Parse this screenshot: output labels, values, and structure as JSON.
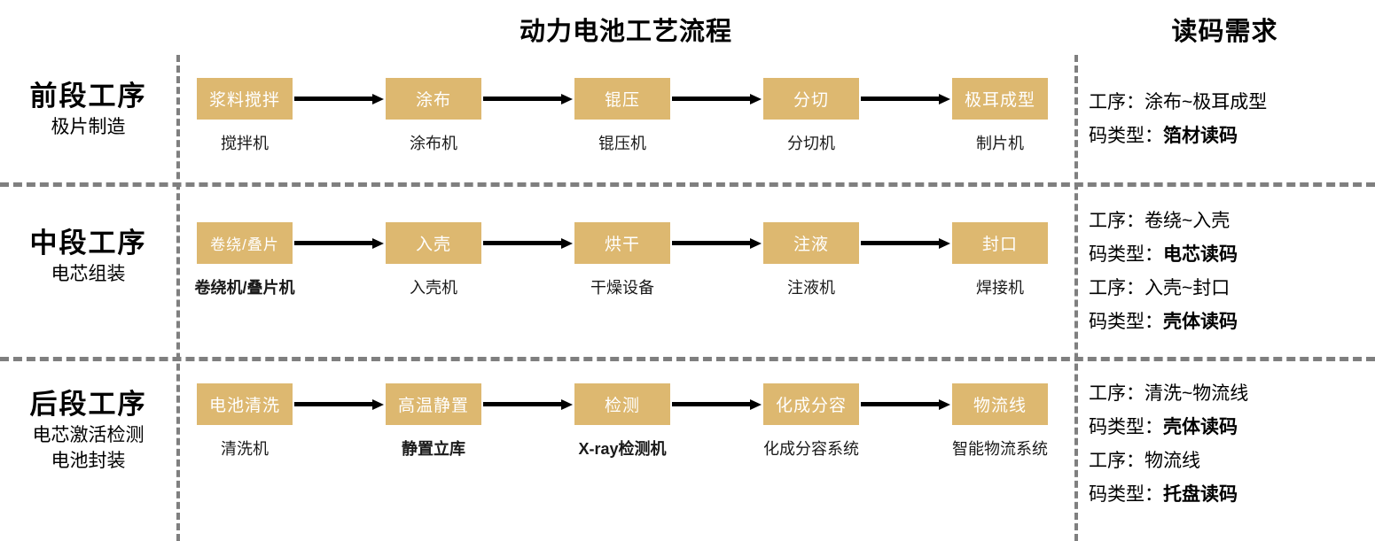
{
  "titles": {
    "flow": "动力电池工艺流程",
    "requirements": "读码需求"
  },
  "rows": [
    {
      "id": "front",
      "stage_name": "前段工序",
      "stage_sub": "极片制造",
      "steps": [
        {
          "box": "浆料搅拌",
          "caption": "搅拌机",
          "caption_bold": false
        },
        {
          "box": "涂布",
          "caption": "涂布机",
          "caption_bold": false
        },
        {
          "box": "锟压",
          "caption": "锟压机",
          "caption_bold": false
        },
        {
          "box": "分切",
          "caption": "分切机",
          "caption_bold": false
        },
        {
          "box": "极耳成型",
          "caption": "制片机",
          "caption_bold": false
        }
      ],
      "requirements": [
        {
          "label": "工序：",
          "value": "涂布~极耳成型",
          "value_bold": false
        },
        {
          "label": "码类型：",
          "value": "箔材读码",
          "value_bold": true
        }
      ]
    },
    {
      "id": "mid",
      "stage_name": "中段工序",
      "stage_sub": "电芯组装",
      "steps": [
        {
          "box": "卷绕/叠片",
          "caption": "卷绕机/叠片机",
          "caption_bold": true
        },
        {
          "box": "入壳",
          "caption": "入壳机",
          "caption_bold": false
        },
        {
          "box": "烘干",
          "caption": "干燥设备",
          "caption_bold": false
        },
        {
          "box": "注液",
          "caption": "注液机",
          "caption_bold": false
        },
        {
          "box": "封口",
          "caption": "焊接机",
          "caption_bold": false
        }
      ],
      "requirements": [
        {
          "label": "工序：",
          "value": "卷绕~入壳",
          "value_bold": false
        },
        {
          "label": "码类型：",
          "value": "电芯读码",
          "value_bold": true
        },
        {
          "label": "工序：",
          "value": "入壳~封口",
          "value_bold": false
        },
        {
          "label": "码类型：",
          "value": "壳体读码",
          "value_bold": true
        }
      ]
    },
    {
      "id": "back",
      "stage_name": "后段工序",
      "stage_sub": "电芯激活检测\n电池封装",
      "stage_sub_line1": "电芯激活检测",
      "stage_sub_line2": "电池封装",
      "steps": [
        {
          "box": "电池清洗",
          "caption": "清洗机",
          "caption_bold": false
        },
        {
          "box": "高温静置",
          "caption": "静置立库",
          "caption_bold": true
        },
        {
          "box": "检测",
          "caption": "X-ray检测机",
          "caption_bold": true
        },
        {
          "box": "化成分容",
          "caption": "化成分容系统",
          "caption_bold": false
        },
        {
          "box": "物流线",
          "caption": "智能物流系统",
          "caption_bold": false
        }
      ],
      "requirements": [
        {
          "label": "工序：",
          "value": "清洗~物流线",
          "value_bold": false
        },
        {
          "label": "码类型：",
          "value": "壳体读码",
          "value_bold": true
        },
        {
          "label": "工序：",
          "value": "物流线",
          "value_bold": false
        },
        {
          "label": "码类型：",
          "value": "托盘读码",
          "value_bold": true
        }
      ]
    }
  ],
  "colors": {
    "box_fill": "#ddb870",
    "box_text": "#ffffff",
    "divider": "#7f7f7f",
    "arrow": "#000000",
    "text": "#000000"
  }
}
